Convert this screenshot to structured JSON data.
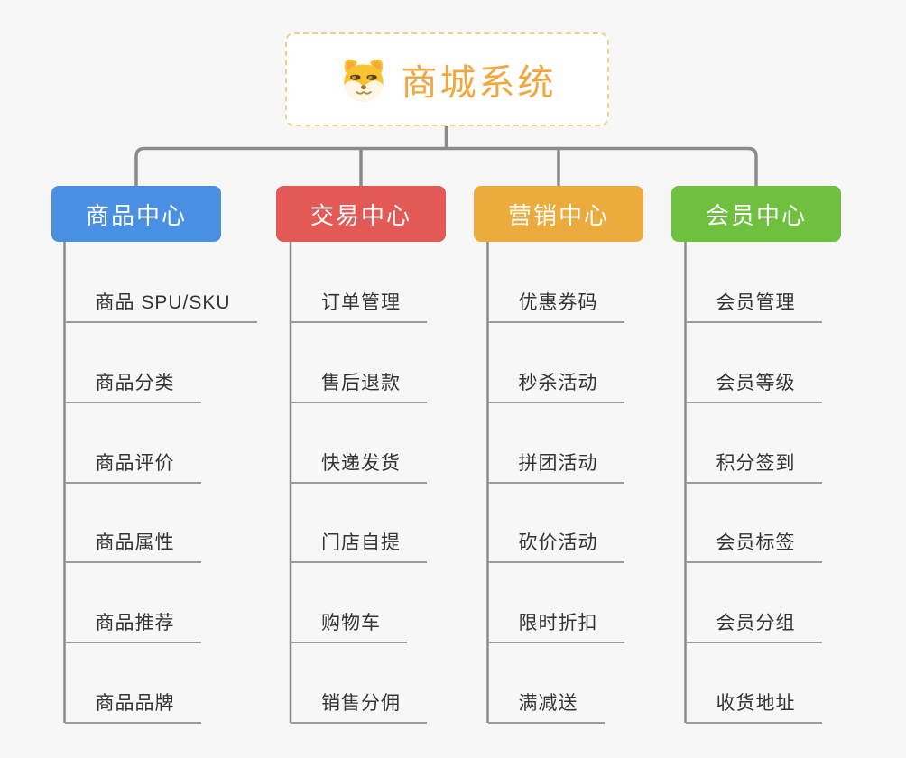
{
  "page": {
    "background": "#f7f7f7"
  },
  "root": {
    "title": "商城系统",
    "icon": "dog-icon",
    "text_color": "#f1a73e",
    "border_color": "#f8ce8b"
  },
  "connector_color": "#8b8b8b",
  "underline_color": "#9b9b9b",
  "leaf_text_color": "#333333",
  "branches": [
    {
      "slug": "product-center",
      "label": "商品中心",
      "color": "#4a90e2",
      "children": [
        "商品 SPU/SKU",
        "商品分类",
        "商品评价",
        "商品属性",
        "商品推荐",
        "商品品牌"
      ]
    },
    {
      "slug": "trade-center",
      "label": "交易中心",
      "color": "#e35955",
      "children": [
        "订单管理",
        "售后退款",
        "快递发货",
        "门店自提",
        "购物车",
        "销售分佣"
      ]
    },
    {
      "slug": "marketing-center",
      "label": "营销中心",
      "color": "#ecac3d",
      "children": [
        "优惠券码",
        "秒杀活动",
        "拼团活动",
        "砍价活动",
        "限时折扣",
        "满减送"
      ]
    },
    {
      "slug": "member-center",
      "label": "会员中心",
      "color": "#70c040",
      "children": [
        "会员管理",
        "会员等级",
        "积分签到",
        "会员标签",
        "会员分组",
        "收货地址"
      ]
    }
  ]
}
